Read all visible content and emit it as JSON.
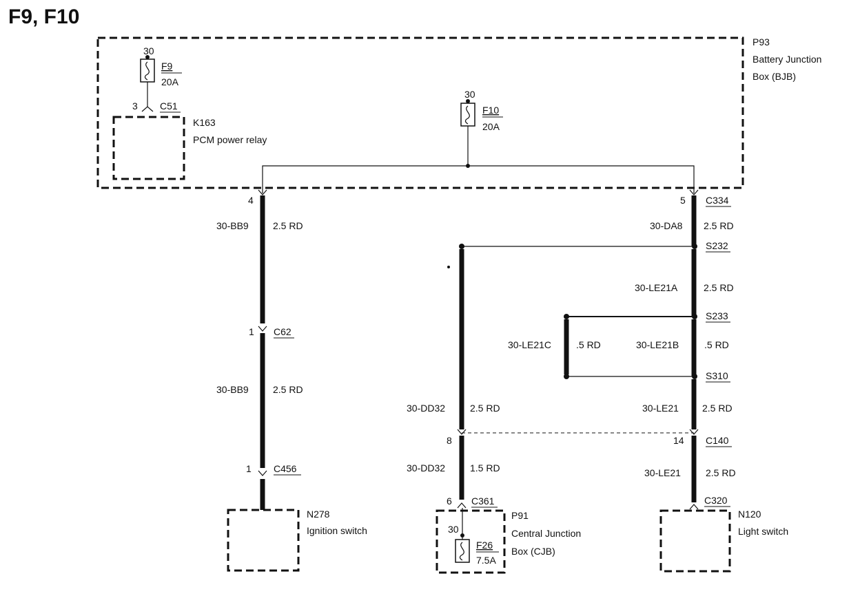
{
  "title": "F9, F10",
  "modules": {
    "bjb": {
      "id": "P93",
      "name_line1": "Battery Junction",
      "name_line2": "Box (BJB)"
    },
    "relay": {
      "id": "K163",
      "name": "PCM power relay"
    },
    "ignition": {
      "id": "N278",
      "name": "Ignition switch"
    },
    "cjb": {
      "id": "P91",
      "name_line1": "Central Junction",
      "name_line2": "Box (CJB)"
    },
    "light": {
      "id": "N120",
      "name": "Light switch"
    }
  },
  "fuses": {
    "f9": {
      "terminal": "30",
      "name": "F9",
      "rating": "20A"
    },
    "f10": {
      "terminal": "30",
      "name": "F10",
      "rating": "20A"
    },
    "f26": {
      "terminal": "30",
      "name": "F26",
      "rating": "7.5A"
    }
  },
  "connectors": {
    "c51": {
      "name": "C51",
      "pin": "3"
    },
    "c334": {
      "name": "C334",
      "pin": "5"
    },
    "bjb_left_pin": "4",
    "c62": {
      "name": "C62",
      "pin": "1"
    },
    "c456": {
      "name": "C456",
      "pin": "1"
    },
    "c361": {
      "name": "C361",
      "pin": "6"
    },
    "c140": {
      "name": "C140",
      "pin_left": "8",
      "pin_right": "14"
    },
    "c320": {
      "name": "C320"
    }
  },
  "splices": {
    "s232": "S232",
    "s233": "S233",
    "s310": "S310"
  },
  "wires": {
    "bb9_top": {
      "circuit": "30-BB9",
      "spec": "2.5 RD"
    },
    "bb9_bottom": {
      "circuit": "30-BB9",
      "spec": "2.5 RD"
    },
    "da8": {
      "circuit": "30-DA8",
      "spec": "2.5 RD"
    },
    "le21a": {
      "circuit": "30-LE21A",
      "spec": "2.5 RD"
    },
    "le21b": {
      "circuit": "30-LE21B",
      "spec": ".5 RD"
    },
    "le21c": {
      "circuit": "30-LE21C",
      "spec": ".5 RD"
    },
    "le21_upper": {
      "circuit": "30-LE21",
      "spec": "2.5 RD"
    },
    "le21_lower": {
      "circuit": "30-LE21",
      "spec": "2.5 RD"
    },
    "dd32_upper": {
      "circuit": "30-DD32",
      "spec": "2.5 RD"
    },
    "dd32_lower": {
      "circuit": "30-DD32",
      "spec": "1.5 RD"
    }
  }
}
